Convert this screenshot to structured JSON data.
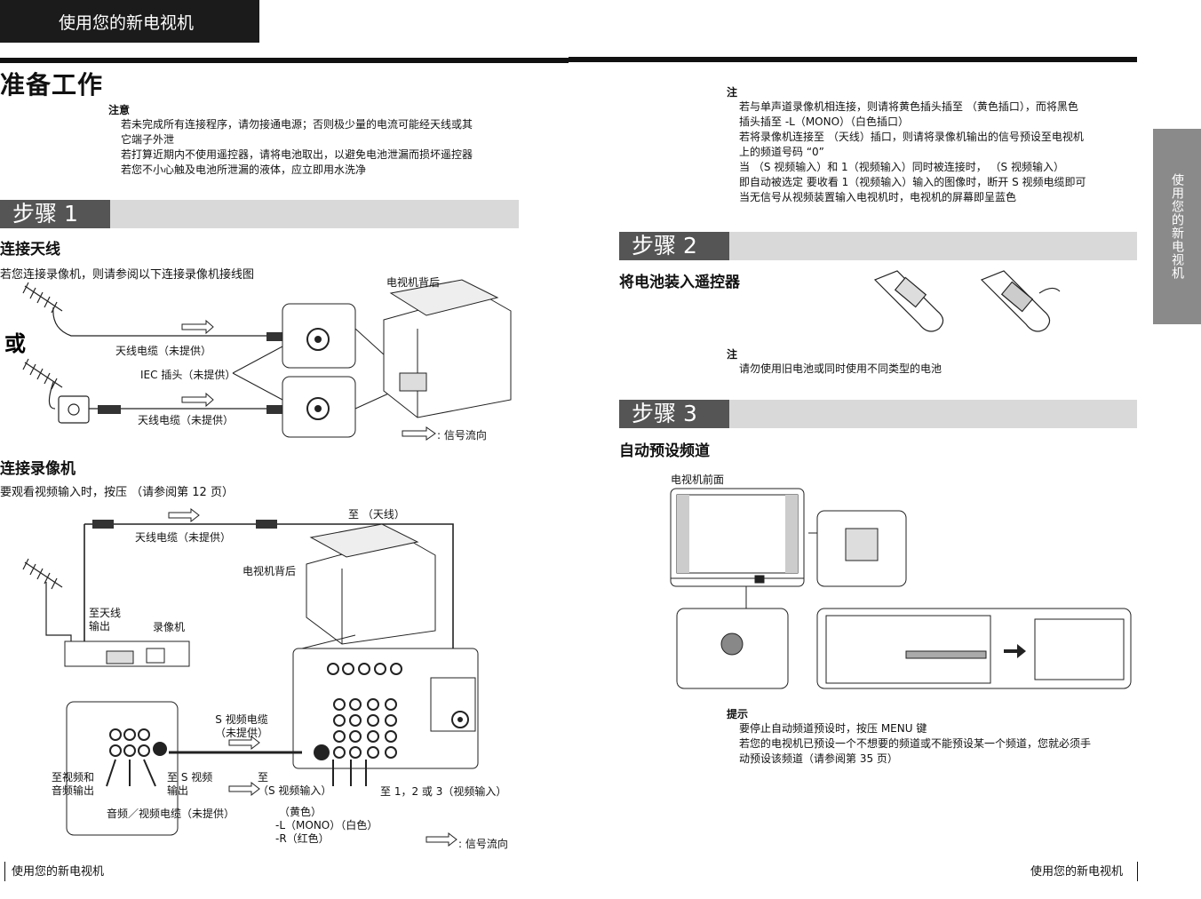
{
  "header": {
    "tab": "使用您的新电视机"
  },
  "page_title": "准备工作",
  "caution": {
    "heading": "注意",
    "lines": [
      "若未完成所有连接程序，请勿接通电源；否则极少量的电流可能经天线或其",
      "它端子外泄",
      "若打算近期内不使用遥控器，请将电池取出，以避免电池泄漏而损坏遥控器",
      "若您不小心触及电池所泄漏的液体，应立即用水洗净"
    ]
  },
  "step1": {
    "tag": "步骤 1",
    "antenna_heading": "连接天线",
    "antenna_intro": "若您连接录像机，则请参阅以下连接录像机接线图",
    "tv_rear": "电视机背后",
    "or": "或",
    "cable1": "天线电缆（未提供）",
    "iec": "IEC 插头（未提供）",
    "cable2": "天线电缆（未提供）",
    "signal_flow": ": 信号流向",
    "vcr_heading": "连接录像机",
    "vcr_intro": "要观看视频输入时，按压      （请参阅第 12 页）",
    "to_antenna": "至   （天线）",
    "cable3": "天线电缆（未提供）",
    "tv_rear2": "电视机背后",
    "to_antenna_out_1": "至天线",
    "to_antenna_out_2": "输出",
    "vcr": "录像机",
    "s_video_cable_1": "S 视频电缆",
    "s_video_cable_2": "（未提供）",
    "to_av_out_1": "至视频和",
    "to_av_out_2": "音频输出",
    "to_s_out_1": "至 S 视频",
    "to_s_out_2": "输出",
    "to_s_in_1": "至 ",
    "to_s_in_2": "（S 视频输入）",
    "to_video_in": "至         1，2 或 3（视频输入）",
    "av_cable": "音频／视频电缆（未提供）",
    "yellow": "（黄色）",
    "white": "-L（MONO）（白色）",
    "red": "-R（红色）",
    "signal_flow2": ": 信号流向"
  },
  "right_notes": {
    "heading": "注",
    "lines": [
      "若与单声道录像机相连接，则请将黄色插头插至    （黄色插口），而将黑色",
      "插头插至  -L（MONO）（白色插口）",
      "若将录像机连接至      （天线）插口，则请将录像机输出的信号预设至电视机",
      "上的频道号码 “0”",
      "当    （S 视频输入）和      1（视频输入）同时被连接时，   （S 视频输入）",
      "即自动被选定    要收看      1（视频输入）输入的图像时，断开 S 视频电缆即可",
      "当无信号从视频装置输入电视机时，电视机的屏幕即呈蓝色"
    ]
  },
  "step2": {
    "tag": "步骤 2",
    "heading": "将电池装入遥控器",
    "note_heading": "注",
    "note": "请勿使用旧电池或同时使用不同类型的电池"
  },
  "step3": {
    "tag": "步骤 3",
    "heading": "自动预设频道",
    "tv_front": "电视机前面",
    "tip_heading": "提示",
    "tips": [
      "要停止自动频道预设时，按压 MENU 键",
      "若您的电视机已预设一个不想要的频道或不能预设某一个频道，您就必须手",
      "动预设该频道（请参阅第 35 页）"
    ]
  },
  "side_tab": "使用您的新电视机",
  "footer": {
    "left": "使用您的新电视机",
    "right": "使用您的新电视机"
  },
  "colors": {
    "step_bar": "#d9d9d9",
    "step_tag": "#555555",
    "header": "#1b1b1b",
    "side_tab": "#8a8a8a"
  }
}
